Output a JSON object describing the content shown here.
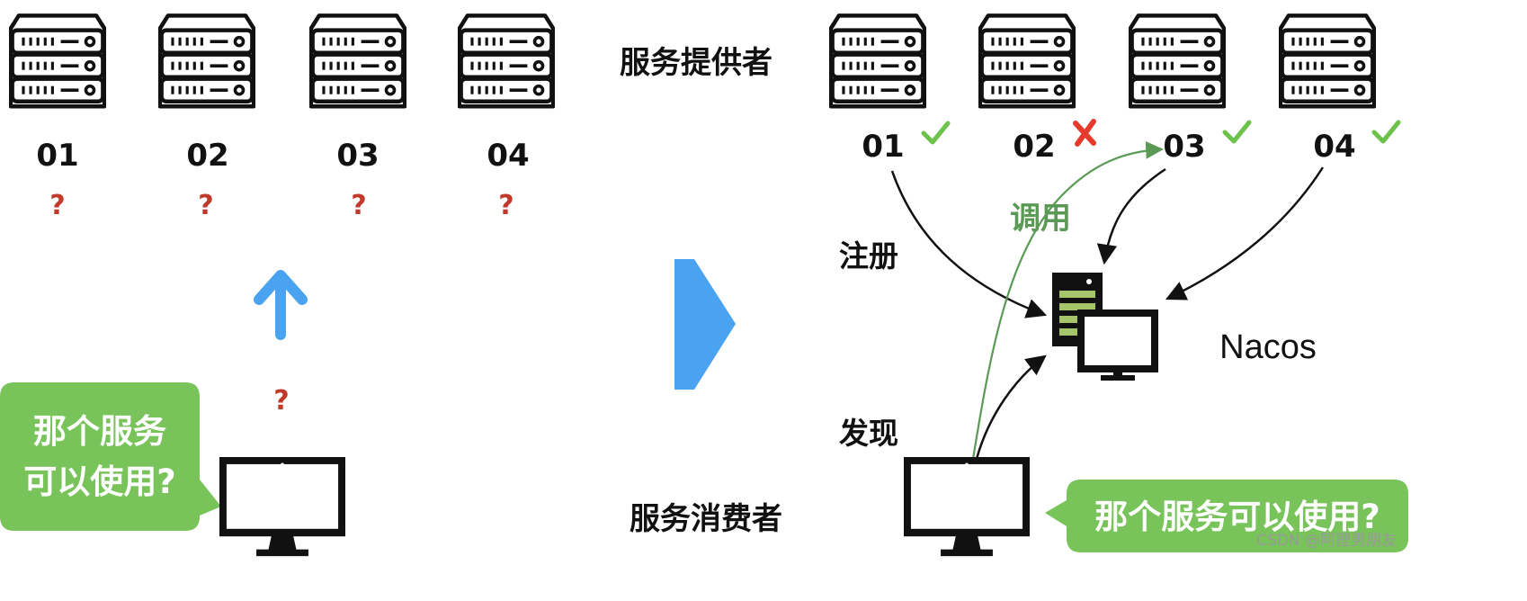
{
  "left_panel": {
    "servers": [
      {
        "id": "01",
        "status": "?"
      },
      {
        "id": "02",
        "status": "?"
      },
      {
        "id": "03",
        "status": "?"
      },
      {
        "id": "04",
        "status": "?"
      }
    ],
    "connection_status": "?",
    "bubble": {
      "line1": "那个服务",
      "line2": "可以使用?"
    }
  },
  "center": {
    "provider_label": "服务提供者",
    "consumer_label": "服务消费者"
  },
  "right_panel": {
    "servers": [
      {
        "id": "01",
        "status": "ok"
      },
      {
        "id": "02",
        "status": "fail"
      },
      {
        "id": "03",
        "status": "ok"
      },
      {
        "id": "04",
        "status": "ok"
      }
    ],
    "register_label": "注册",
    "discover_label": "发现",
    "invoke_label": "调用",
    "registry_name": "Nacos",
    "bubble": {
      "text": "那个服务可以使用?"
    }
  },
  "watermark": "CSDN @阿狸男朋友",
  "colors": {
    "ok": "#6cc24a",
    "fail": "#e53b2c",
    "question": "#c0392b",
    "arrow_blue": "#4aa3f0",
    "bubble_green": "#78c35a",
    "invoke_green": "#5a9a55",
    "registry_bar": "#a6c46a"
  }
}
